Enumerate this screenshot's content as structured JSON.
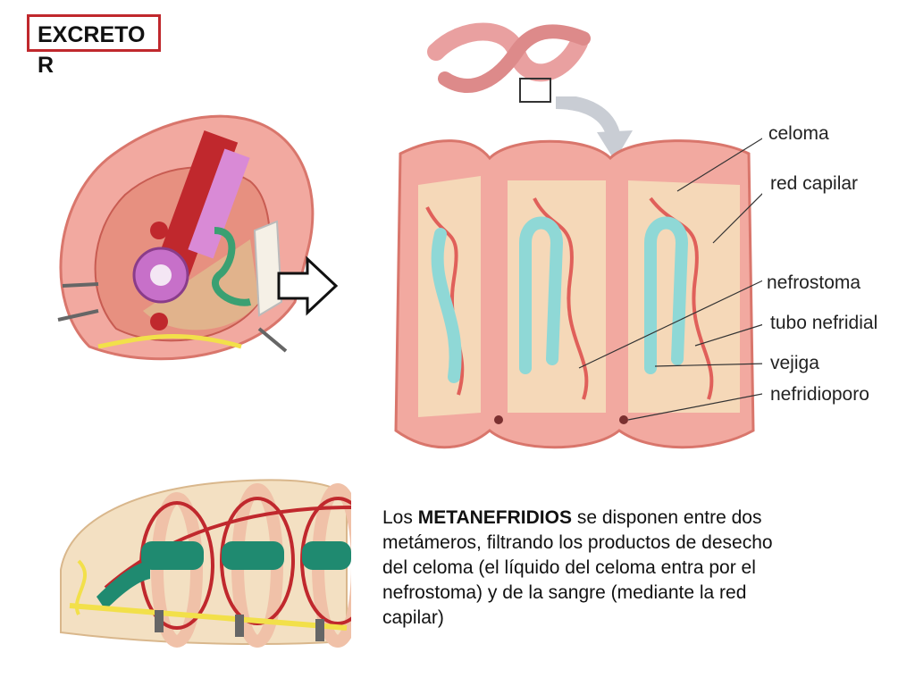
{
  "title": "EXCRETOR",
  "labels": {
    "celoma": "celoma",
    "red_capilar": "red capilar",
    "nefrostoma": "nefrostoma",
    "tubo_nefridial": "tubo nefridial",
    "vejiga": "vejiga",
    "nefridioporo": "nefridioporo"
  },
  "caption": {
    "prefix": "Los ",
    "bold": "METANEFRIDIOS",
    "rest": " se disponen entre dos metámeros, filtrando los productos de desecho del celoma (el líquido del celoma entra por el nefrostoma) y de la sangre (mediante la red capilar)"
  },
  "colors": {
    "title_border": "#c0282d",
    "body_pink": "#f2a9a0",
    "body_dark": "#d9766c",
    "cavity": "#f5d8b8",
    "tubule": "#8fd8d6",
    "capillary": "#e0605a",
    "nerve": "#f2e04a"
  }
}
